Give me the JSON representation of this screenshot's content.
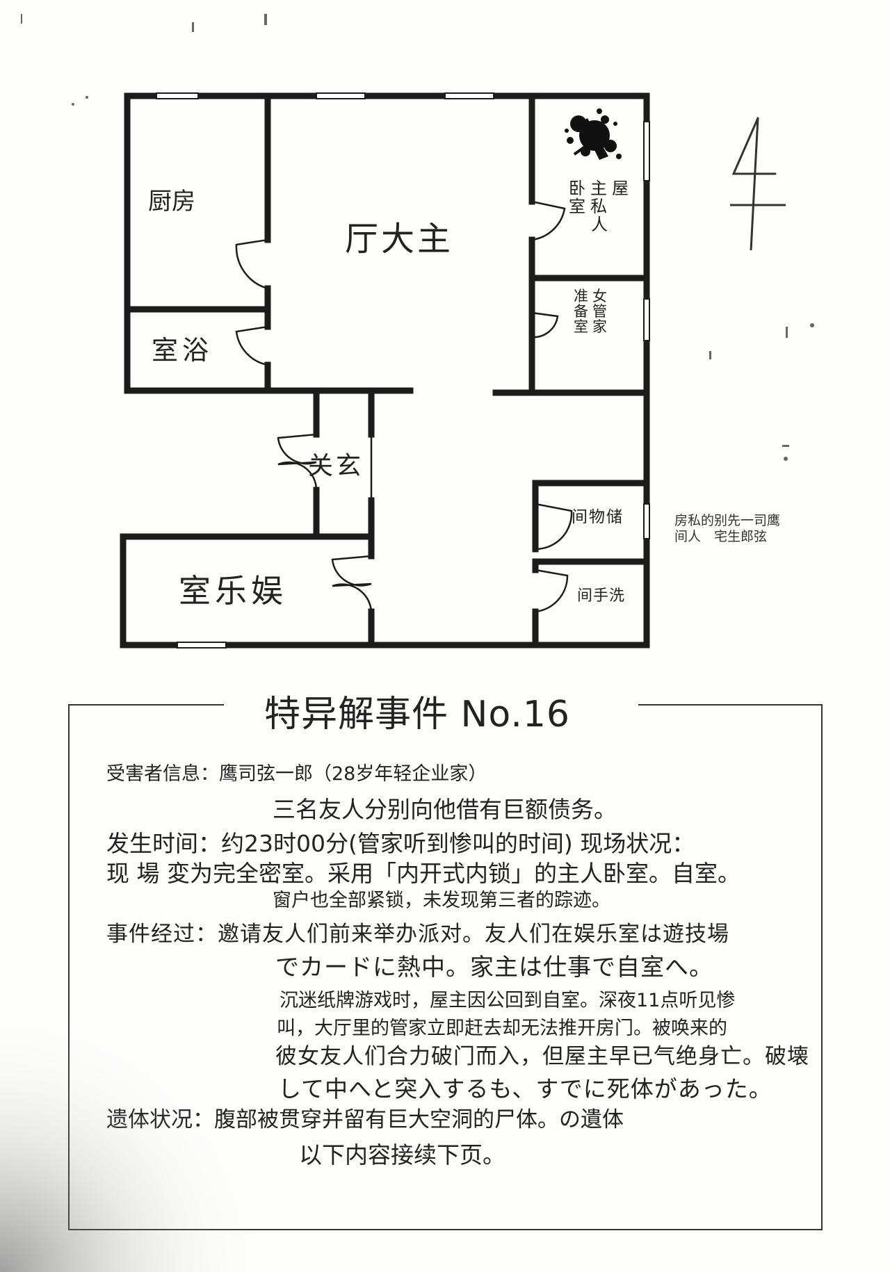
{
  "floorplan": {
    "rooms": {
      "kitchen": "厨房",
      "main_hall": "厅大主",
      "owner_bedroom": [
        "屋",
        "主",
        "卧"
      ],
      "owner_bedroom_sub": [
        "人",
        "私",
        "室"
      ],
      "maid_room": [
        "女",
        "准"
      ],
      "maid_room_sub": [
        "管",
        "备"
      ],
      "maid_room_sub2": [
        "家",
        "室"
      ],
      "bathroom": "室浴",
      "entrance": "关玄",
      "storage": "间物储",
      "entertainment": "室乐娱",
      "washroom": "间手洗"
    },
    "note_lines": [
      "房私的别先一司鹰",
      "间人　宅生郎弦"
    ],
    "colors": {
      "wall": "#1c1c1c",
      "window": "#ffffff",
      "ink": "#222222"
    }
  },
  "case": {
    "title": "特异解事件 No.16",
    "lines": [
      "受害者信息：鹰司弦一郎（28岁年轻企业家）",
      "三名友人分别向他借有巨额债务。",
      "发生时间：约23时00分(管家听到惨叫的时间)  现场状况：",
      "现 場 変为完全密室。采用「内开式内锁」的主人卧室。自室。",
      "窗户也全部紧锁，未发现第三者的踪迹。",
      "事件经过：邀请友人们前来举办派对。友人们在娱乐室は遊技場",
      "でカードに熱中。家主は仕事で自室へ。",
      "沉迷纸牌游戏时，屋主因公回到自室。深夜11点听见惨",
      "叫，大厅里的管家立即赶去却无法推开房门。被唤来的",
      "彼女友人们合力破门而入，但屋主早已气绝身亡。破壊",
      "して中へと突入するも、すでに死体があった。",
      "遗体状况：腹部被贯穿并留有巨大空洞的尸体。の遺体",
      "以下内容接续下页。"
    ]
  }
}
